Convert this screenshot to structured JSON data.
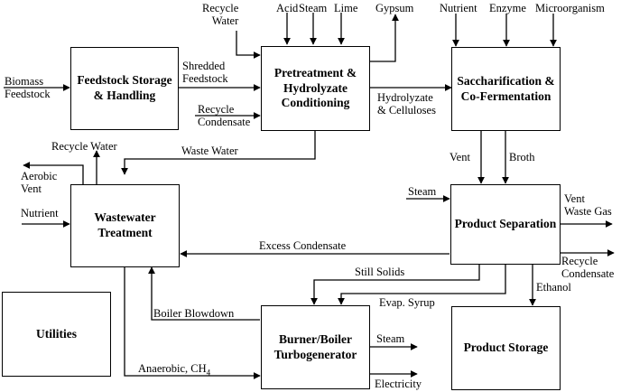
{
  "colors": {
    "line": "#000000",
    "box_fill": "#ffffff",
    "text": "#000000"
  },
  "boxes": {
    "feedstock": "Feedstock Storage\n& Handling",
    "pretreatment": "Pretreatment &\nHydrolyzate\nConditioning",
    "saccharification": "Saccharification &\nCo-Fermentation",
    "wastewater": "Wastewater\nTreatment",
    "product_separation": "Product Separation",
    "utilities": "Utilities",
    "burner": "Burner/Boiler\nTurbogenerator",
    "product_storage": "Product Storage"
  },
  "labels": {
    "biomass_feedstock": "Biomass\nFeedstock",
    "shredded_feedstock": "Shredded\nFeedstock",
    "recycle_water_top": "Recycle\nWater",
    "acid": "Acid",
    "steam_top": "Steam",
    "lime": "Lime",
    "gypsum": "Gypsum",
    "recycle_condensate_in": "Recycle\nCondensate",
    "nutrient_top": "Nutrient",
    "enzyme": "Enzyme",
    "microorganism": "Microorganism",
    "hydrolyzate": "Hydrolyzate\n& Celluloses",
    "recycle_water_ww": "Recycle Water",
    "waste_water": "Waste Water",
    "aerobic_vent": "Aerobic\nVent",
    "nutrient_ww": "Nutrient",
    "vent": "Vent",
    "broth": "Broth",
    "steam_ps": "Steam",
    "vent_waste_gas": "Vent\nWaste Gas",
    "excess_condensate": "Excess Condensate",
    "recycle_condensate_out": "Recycle\nCondensate",
    "still_solids": "Still Solids",
    "ethanol": "Ethanol",
    "evap_syrup": "Evap. Syrup",
    "boiler_blowdown": "Boiler Blowdown",
    "steam_out": "Steam",
    "anaerobic": "Anaerobic, CH",
    "anaerobic_sub": "4",
    "electricity": "Electricity"
  }
}
